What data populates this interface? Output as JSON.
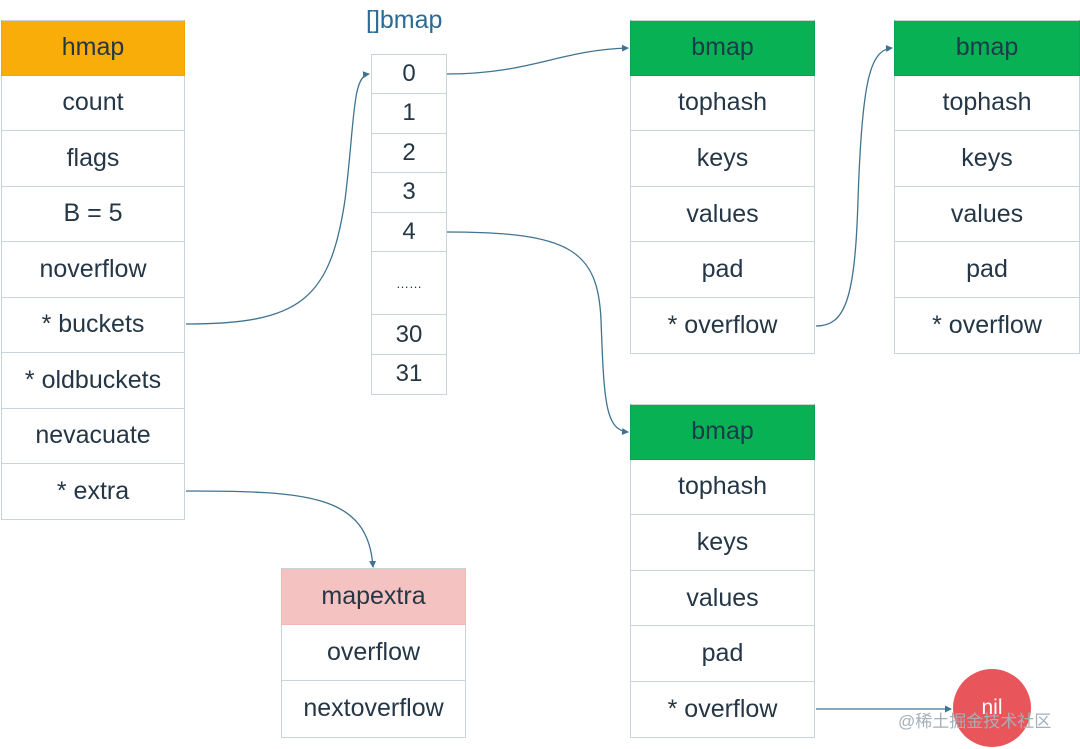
{
  "hmap": {
    "title": "hmap",
    "fields": [
      "count",
      "flags",
      "B = 5",
      "noverflow",
      "* buckets",
      "* oldbuckets",
      "nevacuate",
      "* extra"
    ]
  },
  "buckets": {
    "title": "[]bmap",
    "slots": [
      "0",
      "1",
      "2",
      "3",
      "4",
      "……",
      "30",
      "31"
    ]
  },
  "bmap_a": {
    "title": "bmap",
    "fields": [
      "tophash",
      "keys",
      "values",
      "pad",
      "* overflow"
    ]
  },
  "bmap_b": {
    "title": "bmap",
    "fields": [
      "tophash",
      "keys",
      "values",
      "pad",
      "* overflow"
    ]
  },
  "bmap_c": {
    "title": "bmap",
    "fields": [
      "tophash",
      "keys",
      "values",
      "pad",
      "* overflow"
    ]
  },
  "mapextra": {
    "title": "mapextra",
    "fields": [
      "overflow",
      "nextoverflow"
    ]
  },
  "nil_label": "nil",
  "watermark": "@稀土掘金技术社区",
  "colors": {
    "hmap_header": "#f8ad08",
    "bmap_header": "#08b154",
    "mapextra_header": "#f4c3c1",
    "nil_node": "#e8555a",
    "connector": "#3f7391"
  }
}
